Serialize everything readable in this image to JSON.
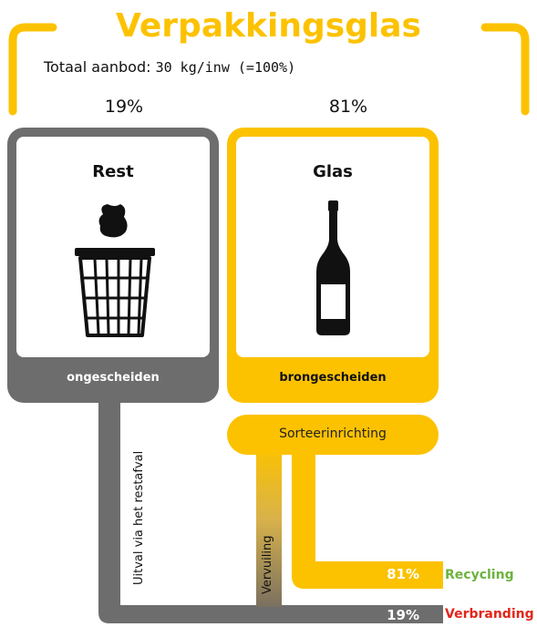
{
  "header": {
    "title": "Verpakkingsglas",
    "supply_label": "Totaal aanbod:",
    "supply_value": "30 kg/inw (=100%)"
  },
  "bins": {
    "rest": {
      "percent": "19%",
      "title": "Rest",
      "band": "ongescheiden",
      "icon": "waste-basket-icon",
      "color": "#6d6d6d"
    },
    "glas": {
      "percent": "81%",
      "title": "Glas",
      "band": "brongescheiden",
      "icon": "bottle-icon",
      "color": "#fcc200"
    }
  },
  "flows": {
    "sorting_label": "Sorteerinrichting",
    "residual_path_label": "Uitval via het restafval",
    "contamination_label": "Vervuiling",
    "recycling": {
      "percent": "81%",
      "label": "Recycling",
      "color": "#6db33f"
    },
    "incineration": {
      "percent": "19%",
      "label": "Verbranding",
      "color": "#e2261a"
    }
  }
}
